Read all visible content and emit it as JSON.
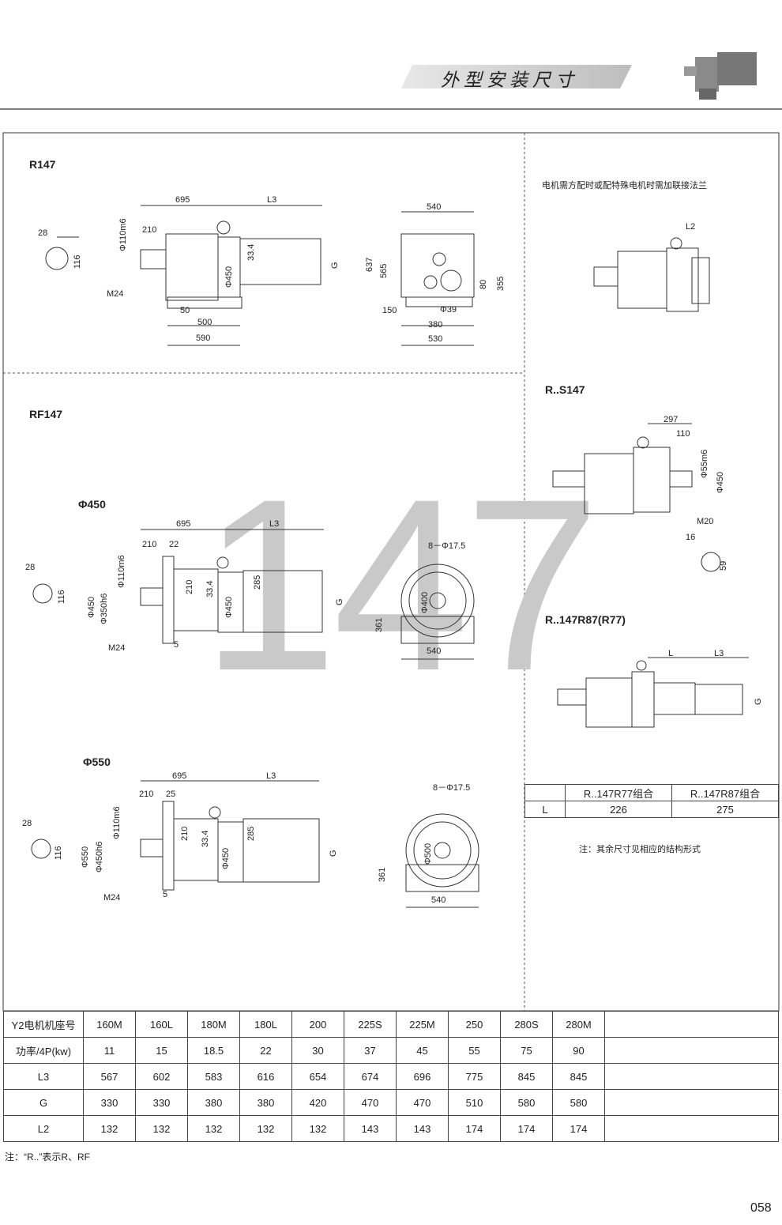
{
  "header": {
    "title": "外型安装尺寸",
    "page_number": "058"
  },
  "r147": {
    "title": "R147",
    "dims": {
      "d695": "695",
      "l3": "L3",
      "d210": "210",
      "shaft": "Φ110m6",
      "d28": "28",
      "d116": "116",
      "m24": "M24",
      "d450": "Φ450",
      "d33": "33.4",
      "g": "G",
      "d50": "50",
      "d500": "500",
      "d590": "590"
    },
    "side": {
      "d540": "540",
      "d637": "637",
      "d565": "565",
      "d150": "150",
      "d39": "Φ39",
      "d80": "80",
      "d355": "355",
      "d380": "380",
      "d530": "530"
    }
  },
  "rf147": {
    "title": "RF147",
    "f450": {
      "title": "Φ450",
      "d695": "695",
      "l3": "L3",
      "d210": "210",
      "d22": "22",
      "d28": "28",
      "d116": "116",
      "phi450": "Φ450",
      "phi350": "Φ350h6",
      "shaft": "Φ110m6",
      "d210v": "210",
      "d33": "33.4",
      "d285": "285",
      "m450": "Φ450",
      "g": "G",
      "m24": "M24",
      "d5": "5",
      "holes": "8－Φ17.5",
      "pcd": "Φ400",
      "d361": "361",
      "d540": "540"
    },
    "f550": {
      "title": "Φ550",
      "d695": "695",
      "l3": "L3",
      "d210": "210",
      "d25": "25",
      "d28": "28",
      "d116": "116",
      "phi550": "Φ550",
      "phi450": "Φ450h6",
      "shaft": "Φ110m6",
      "d210v": "210",
      "d33": "33.4",
      "d285": "285",
      "m450": "Φ450",
      "g": "G",
      "m24": "M24",
      "d5": "5",
      "holes": "8－Φ17.5",
      "pcd": "Φ500",
      "d361": "361",
      "d540": "540"
    }
  },
  "flange_note": "电机需方配时或配特殊电机时需加联接法兰",
  "flange_dim": "L2",
  "rs147": {
    "title": "R..S147",
    "d297": "297",
    "d110": "110",
    "shaft": "Φ55m6",
    "d450": "Φ450",
    "m20": "M20",
    "d16": "16",
    "d59": "59"
  },
  "r147r87": {
    "title": "R..147R87(R77)",
    "l": "L",
    "l3": "L3",
    "g": "G"
  },
  "combo_table": {
    "headers": [
      "",
      "R..147R77组合",
      "R..147R87组合"
    ],
    "rows": [
      [
        "L",
        "226",
        "275"
      ]
    ]
  },
  "combo_note": "注：其余尺寸见相应的结构形式",
  "spec_table": {
    "rows": [
      [
        "Y2电机机座号",
        "160M",
        "160L",
        "180M",
        "180L",
        "200",
        "225S",
        "225M",
        "250",
        "280S",
        "280M",
        ""
      ],
      [
        "功率/4P(kw)",
        "11",
        "15",
        "18.5",
        "22",
        "30",
        "37",
        "45",
        "55",
        "75",
        "90",
        ""
      ],
      [
        "L3",
        "567",
        "602",
        "583",
        "616",
        "654",
        "674",
        "696",
        "775",
        "845",
        "845",
        ""
      ],
      [
        "G",
        "330",
        "330",
        "380",
        "380",
        "420",
        "470",
        "470",
        "510",
        "580",
        "580",
        ""
      ],
      [
        "L2",
        "132",
        "132",
        "132",
        "132",
        "132",
        "143",
        "143",
        "174",
        "174",
        "174",
        ""
      ]
    ]
  },
  "footnote": "注：“R..”表示R、RF",
  "watermark": "147"
}
